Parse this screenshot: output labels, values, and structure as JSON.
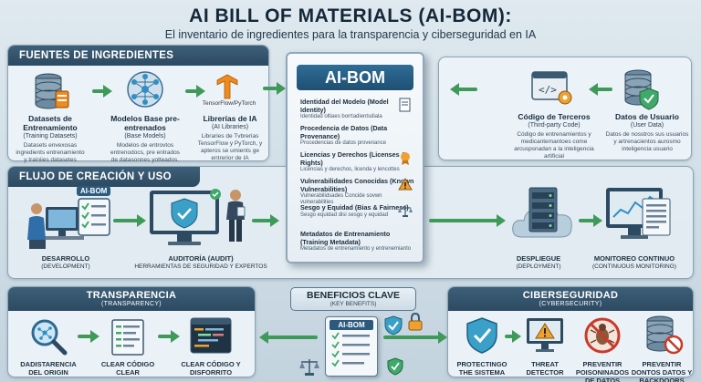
{
  "header": {
    "title": "AI BILL OF MATERIALS (AI-BOM):",
    "subtitle": "El inventario de ingredientes para la transparencia y ciberseguridad en IA"
  },
  "fuentes": {
    "title": "FUENTES DE INGREDIENTES",
    "items": [
      {
        "title": "Datasets de Entrenamiento",
        "sub": "(Training Datasets)",
        "desc": "Datasets envexosas ingredients entrenamiento y trainiies datasetes"
      },
      {
        "title": "Modelos Base pre-entrenados",
        "sub": "(Base Models)",
        "desc": "Modelos de entrovtos entrenodocs, pre entrados de datasonnes yotteados."
      },
      {
        "title": "Librerías de IA",
        "sub": "(AI Libraries)",
        "desc": "Libraries de Tvbrerias TensorFlow y PyTorch, y apteros se umients ge entrerior de IA",
        "logo": "TensorFlow/PyTorch"
      }
    ]
  },
  "right_top": {
    "items": [
      {
        "title": "Código de Terceros",
        "sub": "(Third-party Code)",
        "desc": "Código de entrenamientos y medicantemantoes come arcuspsnadan a la inteligencia artificial"
      },
      {
        "title": "Datos de Usuario",
        "sub": "(User Data)",
        "desc": "Datos de nosstros sus usuarios y artrenacientos aurosmo inteligencia usuario"
      }
    ]
  },
  "flujo": {
    "title": "FLUJO DE CREACIÓN Y USO",
    "ai_bom_tag": "AI-BOM",
    "steps": [
      {
        "title": "DESARROLLO",
        "sub": "(DEVELOPMENT)"
      },
      {
        "title": "AUDITORÍA (AUDIT)",
        "sub": "HERRAMIENTAS DE SEGURIDAD Y EXPERTOS"
      },
      {
        "title": "DESPLIEGUE",
        "sub": "(DEPLOYMENT)"
      },
      {
        "title": "MONITOREO CONTINUO",
        "sub": "(CONTINUOUS MONITORING)"
      }
    ]
  },
  "doc": {
    "title": "AI-BOM",
    "rows": [
      {
        "title": "Identidad del Modelo (Model Identity)",
        "desc": "Identidad oltiaes borrtadientsdiala"
      },
      {
        "title": "Procedencia de Datos (Data Provenance)",
        "desc": "Procedencias de datos provenance"
      },
      {
        "title": "Licencias y Derechos (Licenses & Rights)",
        "desc": "Licencias y derechos, licenda y lencottes"
      },
      {
        "title": "Vulnerabilidades Conocidas (Known Vulnerabilities)",
        "desc": "Vulnerabilidsades Concide sovwn vulnerabilities"
      },
      {
        "title": "Sesgo y Equidad (Bias & Fairness)",
        "desc": "Sesgo equidad disi sesgo y equidad"
      },
      {
        "title": "Metadatos de Entrenamiento (Training Metadata)",
        "desc": "Metadatos de entrenamiento y entrenemianto"
      }
    ]
  },
  "transparencia": {
    "title": "TRANSPARENCIA",
    "sub": "(TRANSPARENCY)",
    "items": [
      {
        "title": "DADISTARENCIA DEL ORIGIN"
      },
      {
        "title": "CLEAR CÓDIGO CLEAR"
      },
      {
        "title": "CLEAR CÓDIGO Y DISFORRITO"
      }
    ]
  },
  "beneficios": {
    "title": "BENEFICIOS CLAVE",
    "sub": "(KEY BENEFITS)",
    "tag": "AI-BOM"
  },
  "ciberseguridad": {
    "title": "CIBERSEGURIDAD",
    "sub": "(CYBERSECURITY)",
    "items": [
      {
        "title": "PROTECTINGO THE SISTEMA"
      },
      {
        "title": "THREAT DETECTOR"
      },
      {
        "title": "PREVENTIR POISONINADOS DE DATOS"
      },
      {
        "title": "PREVENTIR DONTOS DATOS Y BACKDOORS"
      }
    ]
  },
  "colors": {
    "panel_head": "#2c4a62",
    "arrow": "#3f9a5a",
    "accent_orange": "#f08a1c",
    "shield": "#3aa0c8"
  }
}
